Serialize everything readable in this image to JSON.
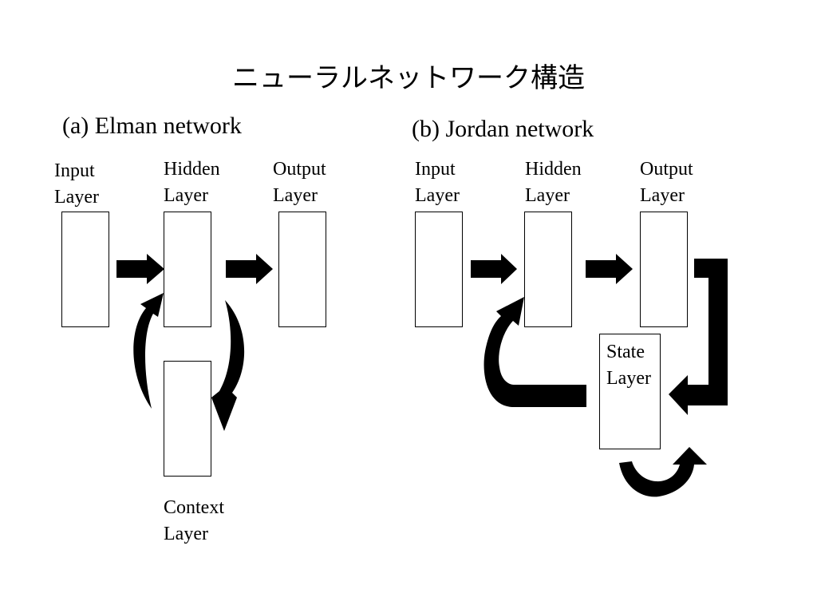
{
  "title": "ニューラルネットワーク構造",
  "elman": {
    "heading": "(a) Elman network",
    "input": [
      "Input",
      "Layer"
    ],
    "hidden": [
      "Hidden",
      "Layer"
    ],
    "output": [
      "Output",
      "Layer"
    ],
    "context": [
      "Context",
      "Layer"
    ]
  },
  "jordan": {
    "heading": "(b) Jordan network",
    "input": [
      "Input",
      "Layer"
    ],
    "hidden": [
      "Hidden",
      "Layer"
    ],
    "output": [
      "Output",
      "Layer"
    ],
    "state": [
      "State",
      "Layer"
    ]
  }
}
